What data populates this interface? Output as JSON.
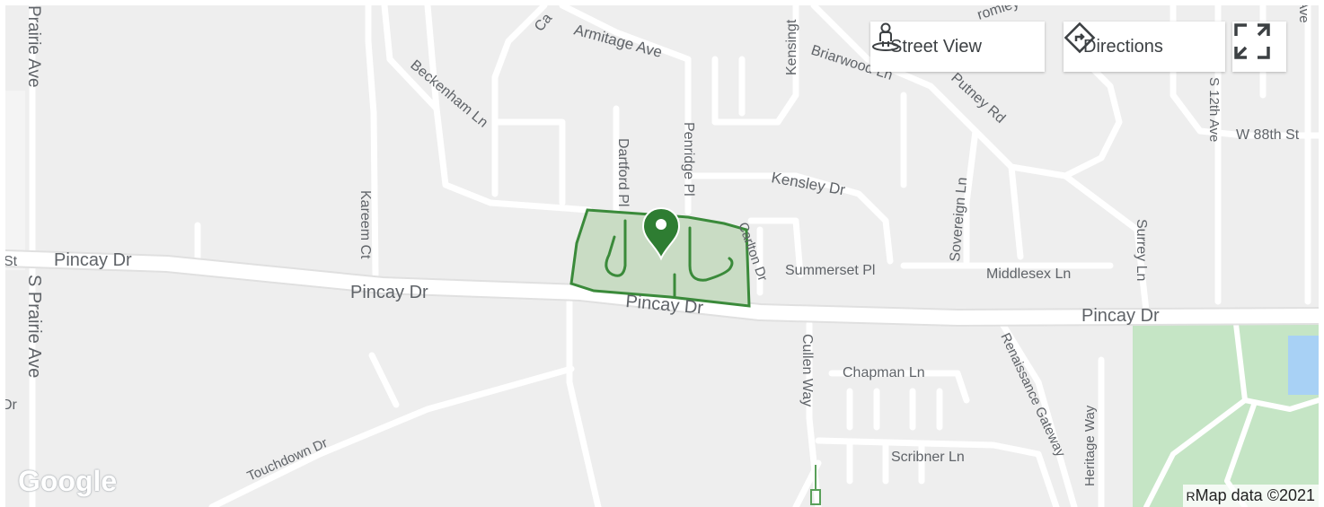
{
  "controls": {
    "street_view_label": "Street View",
    "directions_label": "Directions"
  },
  "icons": {
    "street_view": "pegman-icon",
    "directions": "directions-diamond-icon",
    "fullscreen": "fullscreen-icon",
    "marker": "location-pin-icon"
  },
  "colors": {
    "map_background": "#eeeeee",
    "road": "#ffffff",
    "road_outline": "#dadada",
    "park": "#c5e5c5",
    "water": "#a8d1f5",
    "highlight_fill": "#c9dcc4",
    "highlight_stroke": "#3a8a3a",
    "marker": "#2e7d32"
  },
  "streets": {
    "prairie_ave_top": "Prairie Ave",
    "s_prairie_ave": "S Prairie Ave",
    "armitage": "Armitage Ave",
    "beckenham": "Beckenham Ln",
    "kensington": "Kensingt",
    "briarwood": "Briarwood Ln",
    "putney": "Putney Rd",
    "dartford": "Dartford Pl",
    "penridge": "Penridge Pl",
    "kensley": "Kensley Dr",
    "kareem": "Kareem Ct",
    "carlton": "Carlton Dr",
    "summerset": "Summerset Pl",
    "sovereign": "Sovereign Ln",
    "middlesex": "Middlesex Ln",
    "surrey": "Surrey Ln",
    "s12th": "S 12th Ave",
    "w88th": "W 88th St",
    "ave_top_right": "Ave",
    "pincay_1": "Pincay Dr",
    "pincay_2": "Pincay Dr",
    "pincay_3": "Pincay Dr",
    "pincay_4": "Pincay Dr",
    "st_left": "St",
    "dr_left": "Dr",
    "cullen": "Cullen Way",
    "chapman": "Chapman Ln",
    "renaissance": "Renaissance Gateway",
    "heritage": "Heritage Way",
    "scribner": "Scribner Ln",
    "touchdown": "Touchdown Dr",
    "cam_partial": "Ca",
    "bromley_partial": "romley"
  },
  "branding": {
    "logo": "Google",
    "attribution": "Map data ©2021",
    "attribution_cut": "R"
  }
}
